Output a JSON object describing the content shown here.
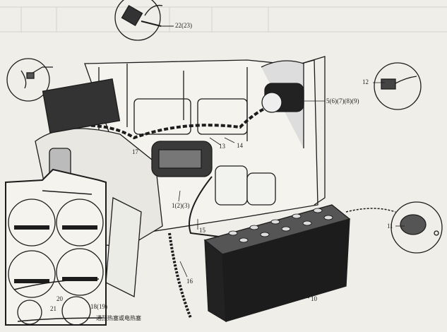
{
  "callouts": {
    "glow_plug": "22(23)",
    "sender_right": "12",
    "alternator": "5(6)(7)(8)(9)",
    "wire_13": "13",
    "clip_14": "14",
    "harness_17": "17",
    "starter": "1(2)(3)",
    "cable_15": "15",
    "cable_16": "16",
    "battery": "10",
    "switch_11": "11",
    "wire_20": "20",
    "wire_21": "21",
    "heater_18": "18(19)"
  },
  "note": "通预热塞或电热塞",
  "colors": {
    "paper": "#efeee9",
    "ink": "#1c1c1c"
  }
}
